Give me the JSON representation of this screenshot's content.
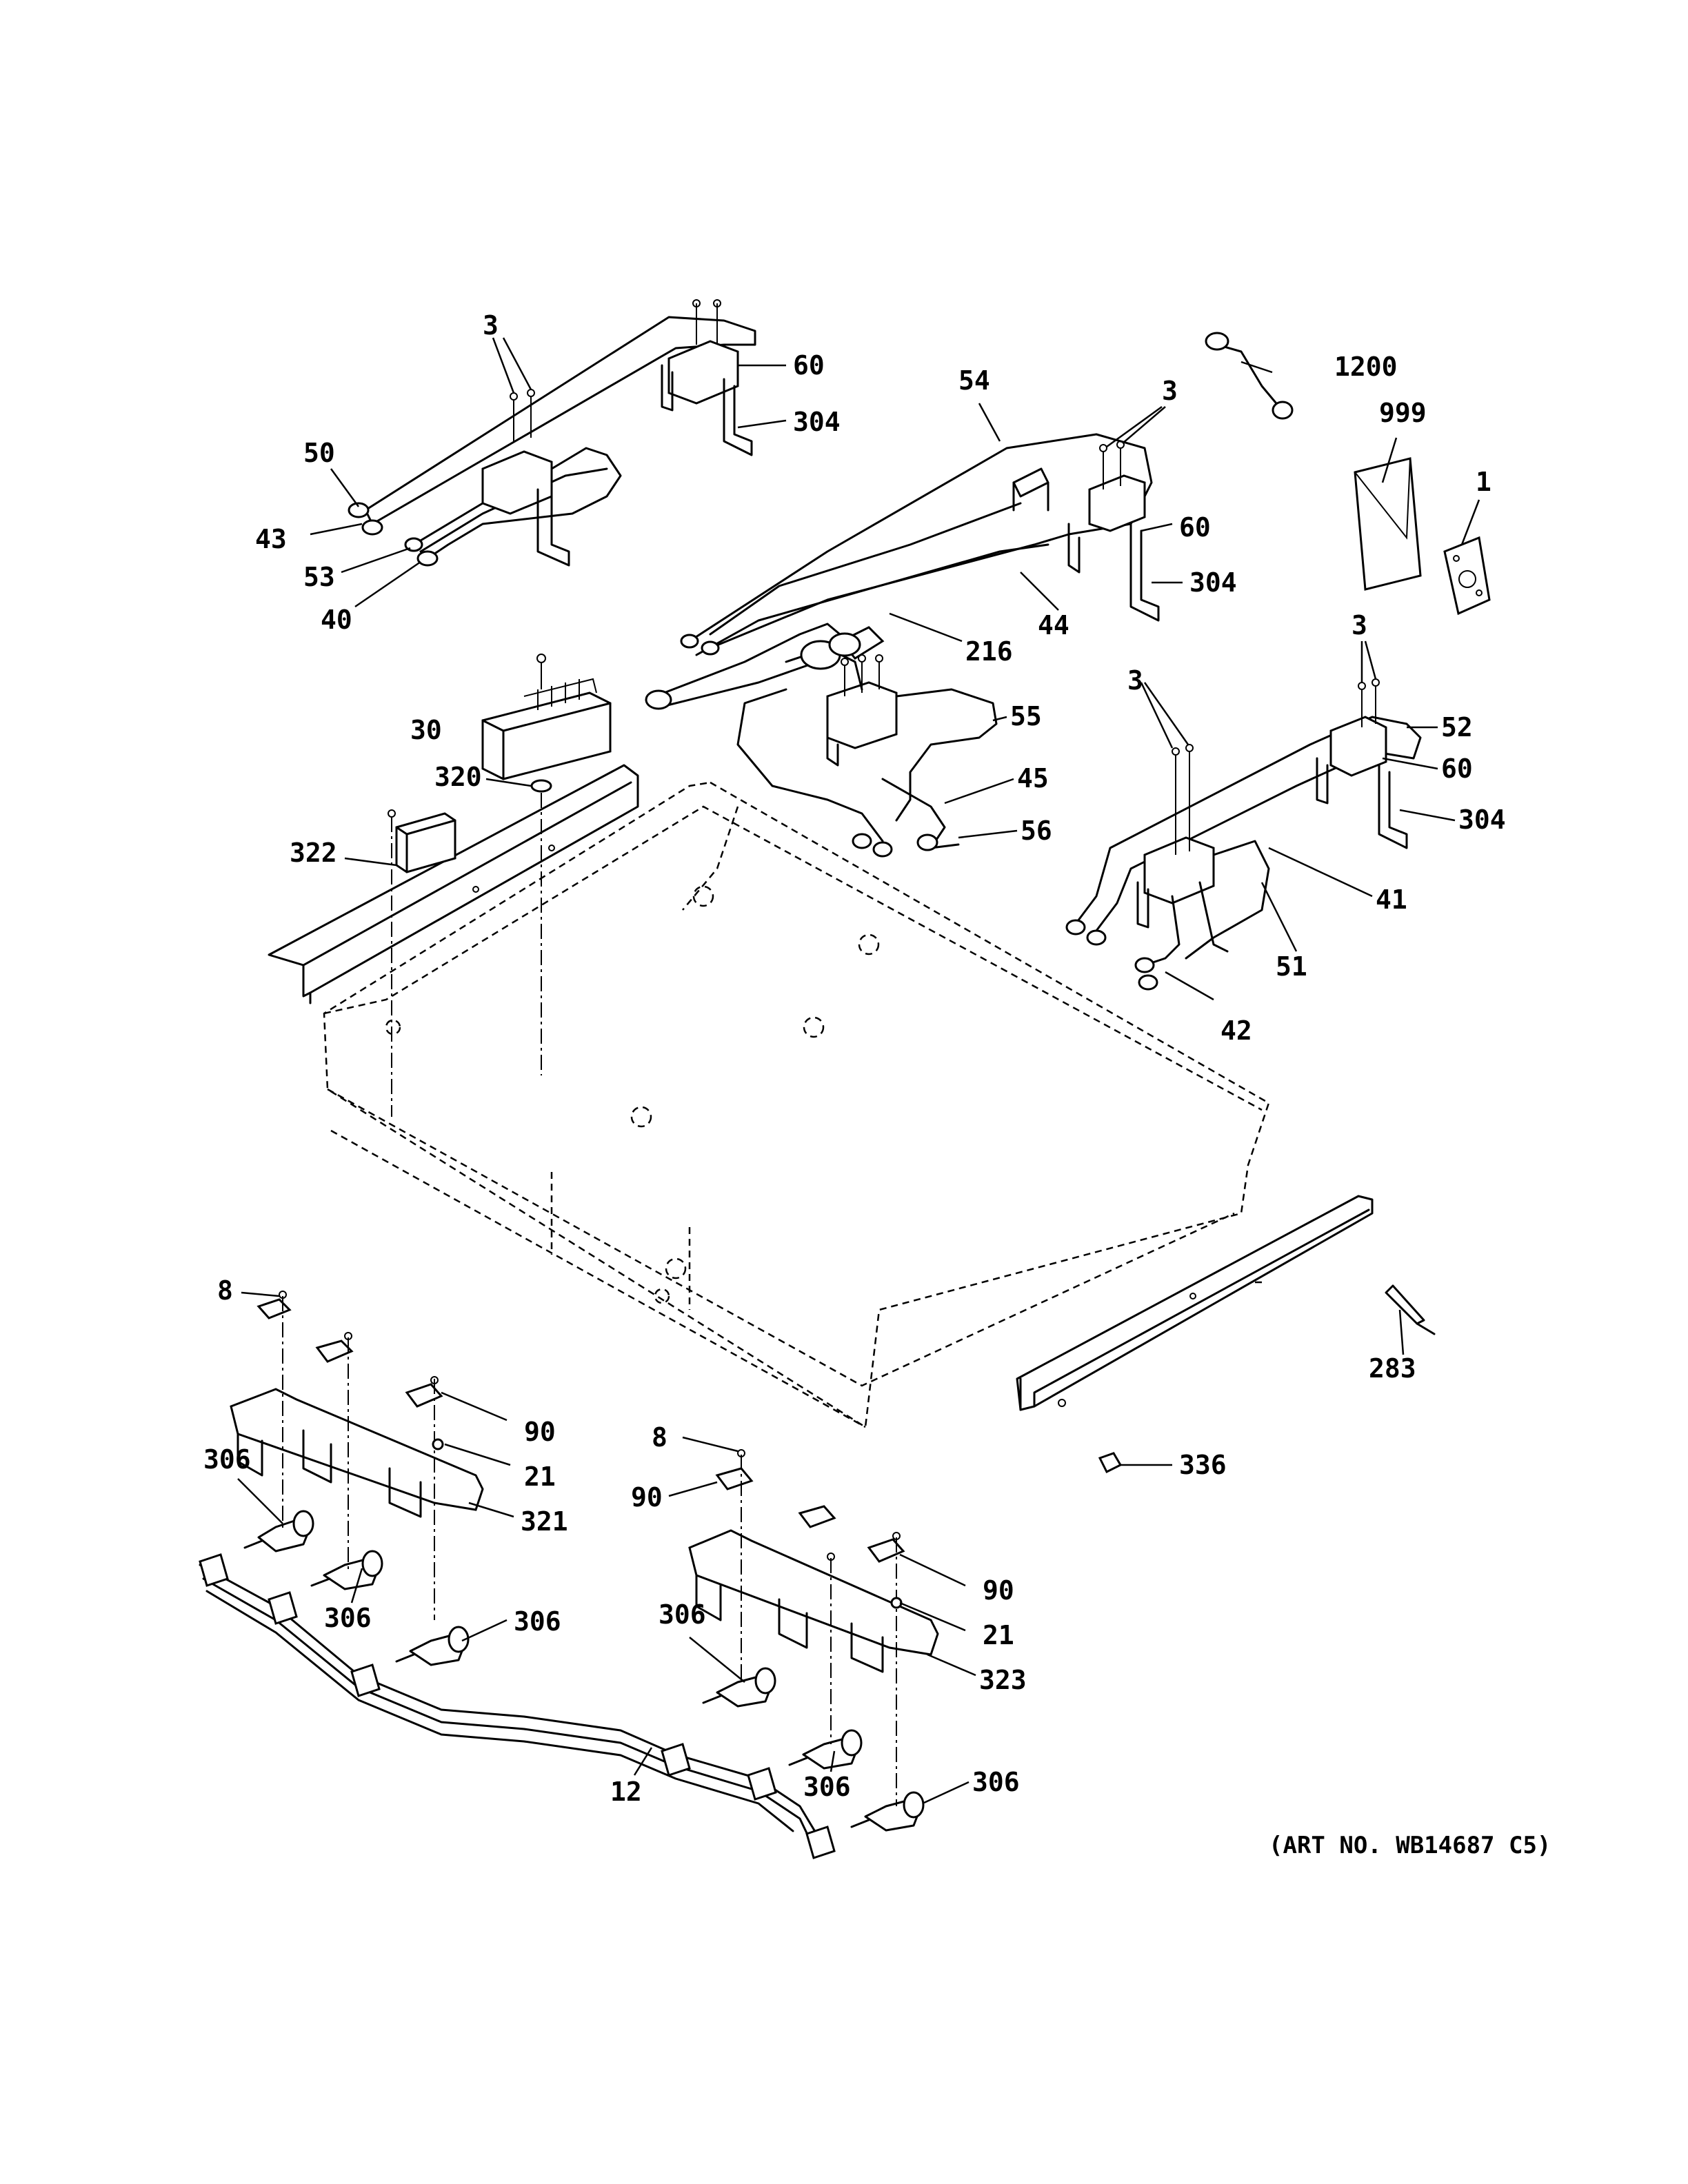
{
  "art_number": "(ART NO. WB14687 C5)",
  "callouts": {
    "c1": "1",
    "c3a": "3",
    "c3b": "3",
    "c3c": "3",
    "c3d": "3",
    "c8a": "8",
    "c8b": "8",
    "c12": "12",
    "c21a": "21",
    "c21b": "21",
    "c30": "30",
    "c40": "40",
    "c41": "41",
    "c42": "42",
    "c43": "43",
    "c44": "44",
    "c45": "45",
    "c50": "50",
    "c51": "51",
    "c52": "52",
    "c53": "53",
    "c54": "54",
    "c55": "55",
    "c56": "56",
    "c60a": "60",
    "c60b": "60",
    "c60c": "60",
    "c90a": "90",
    "c90b": "90",
    "c90c": "90",
    "c216": "216",
    "c283": "283",
    "c304a": "304",
    "c304b": "304",
    "c304c": "304",
    "c306a": "306",
    "c306b": "306",
    "c306c": "306",
    "c306d": "306",
    "c306e": "306",
    "c306f": "306",
    "c320": "320",
    "c321": "321",
    "c322": "322",
    "c323": "323",
    "c336": "336",
    "c999": "999",
    "c1200": "1200"
  }
}
